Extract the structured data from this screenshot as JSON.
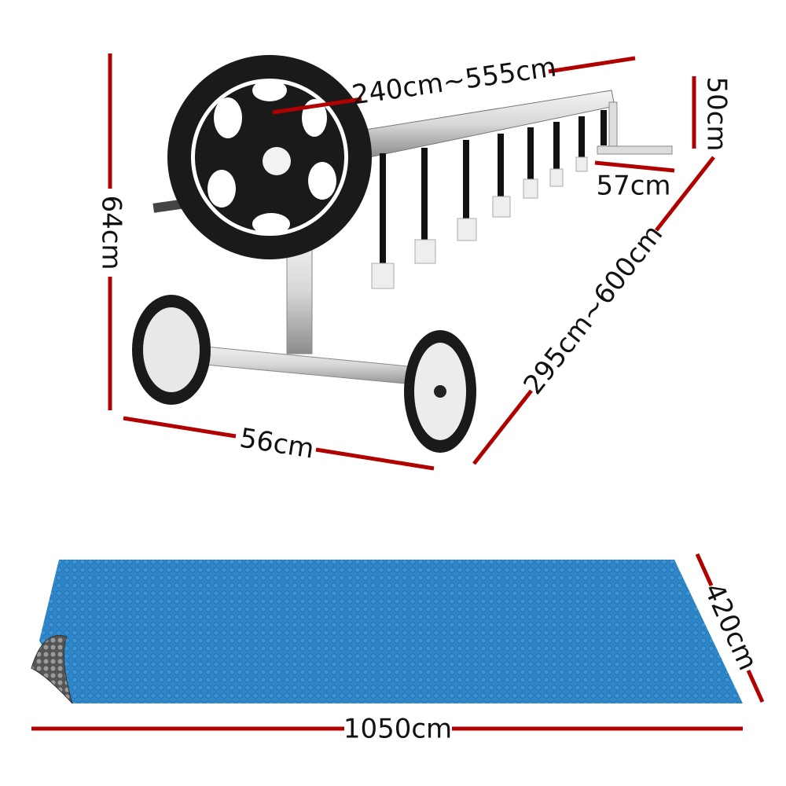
{
  "dimensions": {
    "roller_height": "64cm",
    "roller_width": "56cm",
    "tube_length": "240cm~555cm",
    "end_stand_height": "50cm",
    "end_stand_width": "57cm",
    "roller_depth": "295cm~600cm",
    "cover_width": "420cm",
    "cover_length": "1050cm"
  },
  "colors": {
    "dimension_line": "#b00000",
    "cover_blue": "#2f86c8",
    "wheel_black": "#1a1a1a"
  }
}
